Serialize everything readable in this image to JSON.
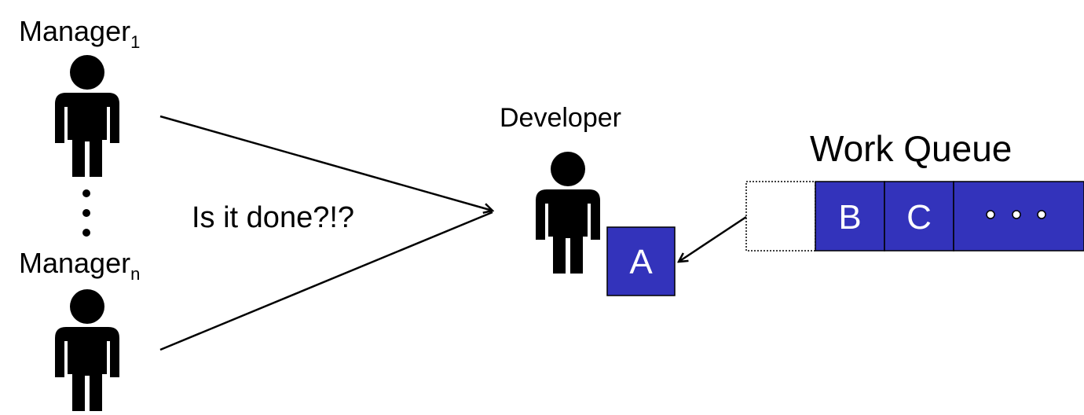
{
  "managers": [
    {
      "name": "Manager",
      "subscript": "1"
    },
    {
      "name": "Manager",
      "subscript": "n"
    }
  ],
  "developer_label": "Developer",
  "question": "Is it done?!?",
  "current_task": "A",
  "work_queue": {
    "title": "Work Queue",
    "items": [
      "B",
      "C"
    ]
  },
  "colors": {
    "task_fill": "#3333bb",
    "stroke": "#000000",
    "figure": "#000000",
    "background": "#ffffff"
  },
  "icons": [
    "person-icon",
    "ellipsis-icon",
    "vertical-ellipsis-icon",
    "arrow-icon"
  ]
}
